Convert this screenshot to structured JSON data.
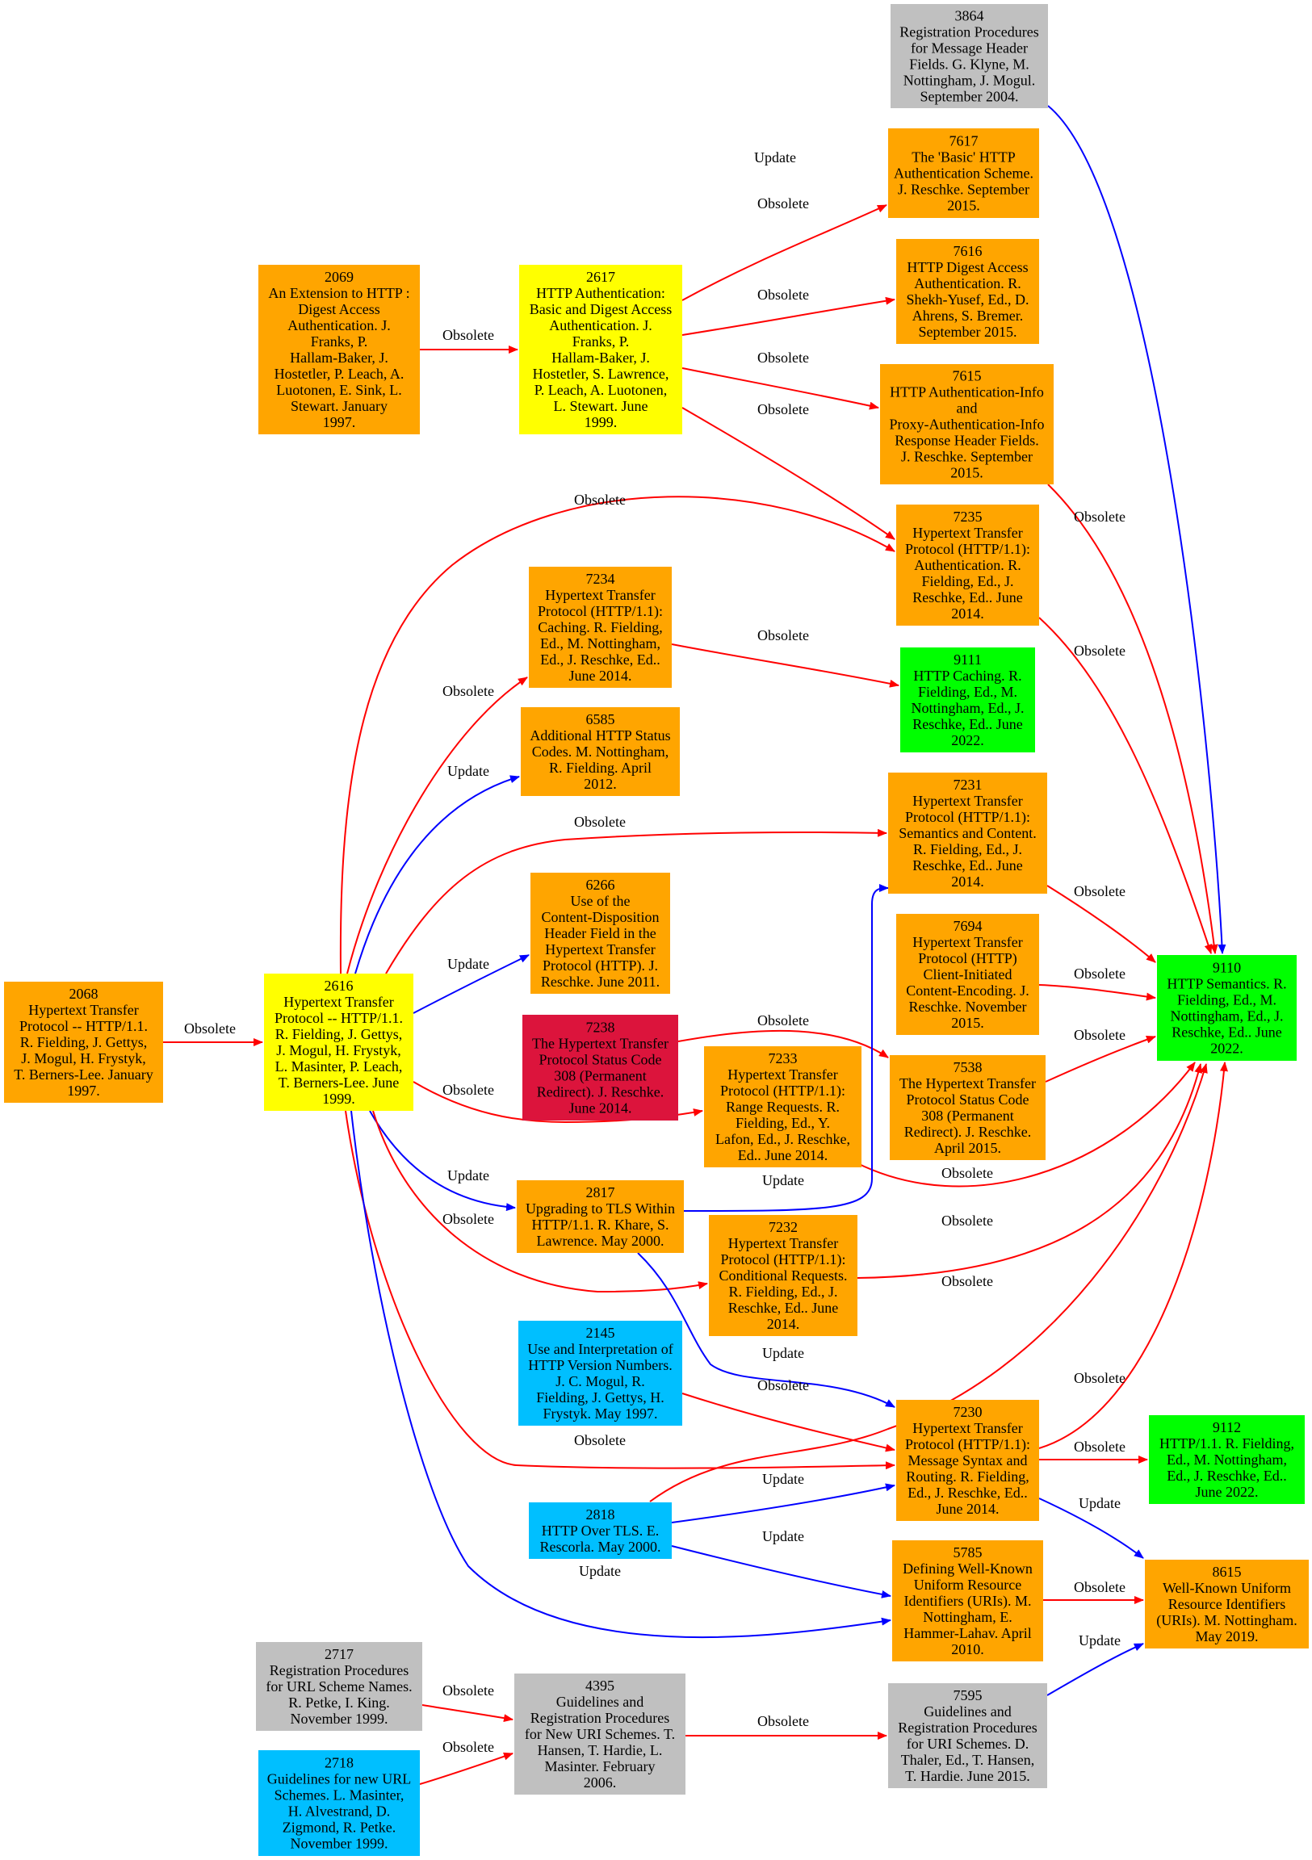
{
  "colors": {
    "orange": "#ffa500",
    "yellow": "#ffff00",
    "green": "#00ff00",
    "gray": "#c0c0c0",
    "skyblue": "#00bfff",
    "crimson": "#dc143c",
    "obsolete_edge": "#ff0000",
    "update_edge": "#0000ff"
  },
  "nodes": [
    {
      "id": "3864",
      "color": "gray",
      "lines": [
        "3864",
        "Registration Procedures",
        "for Message Header",
        "Fields. G. Klyne, M.",
        "Nottingham, J. Mogul.",
        "September 2004."
      ]
    },
    {
      "id": "7617",
      "color": "orange",
      "lines": [
        "7617",
        "The 'Basic' HTTP",
        "Authentication Scheme.",
        "J. Reschke. September",
        "2015."
      ]
    },
    {
      "id": "2069",
      "color": "orange",
      "lines": [
        "2069",
        "An Extension to HTTP :",
        "Digest Access",
        "Authentication. J.",
        "Franks, P.",
        "Hallam-Baker, J.",
        "Hostetler, P. Leach, A.",
        "Luotonen, E. Sink, L.",
        "Stewart. January",
        "1997."
      ]
    },
    {
      "id": "2617",
      "color": "yellow",
      "lines": [
        "2617",
        "HTTP Authentication:",
        "Basic and Digest Access",
        "Authentication. J.",
        "Franks, P.",
        "Hallam-Baker, J.",
        "Hostetler, S. Lawrence,",
        "P. Leach, A. Luotonen,",
        "L. Stewart. June",
        "1999."
      ]
    },
    {
      "id": "7616",
      "color": "orange",
      "lines": [
        "7616",
        "HTTP Digest Access",
        "Authentication. R.",
        "Shekh-Yusef, Ed., D.",
        "Ahrens, S. Bremer.",
        "September 2015."
      ]
    },
    {
      "id": "7615",
      "color": "orange",
      "lines": [
        "7615",
        "HTTP Authentication-Info",
        "and",
        "Proxy-Authentication-Info",
        "Response Header Fields.",
        "J. Reschke. September",
        "2015."
      ]
    },
    {
      "id": "7235",
      "color": "orange",
      "lines": [
        "7235",
        "Hypertext Transfer",
        "Protocol (HTTP/1.1):",
        "Authentication. R.",
        "Fielding, Ed., J.",
        "Reschke, Ed.. June",
        "2014."
      ]
    },
    {
      "id": "7234",
      "color": "orange",
      "lines": [
        "7234",
        "Hypertext Transfer",
        "Protocol (HTTP/1.1):",
        "Caching. R. Fielding,",
        "Ed., M. Nottingham,",
        "Ed., J. Reschke, Ed..",
        "June 2014."
      ]
    },
    {
      "id": "9111",
      "color": "green",
      "lines": [
        "9111",
        "HTTP Caching. R.",
        "Fielding, Ed., M.",
        "Nottingham, Ed., J.",
        "Reschke, Ed.. June",
        "2022."
      ]
    },
    {
      "id": "6585",
      "color": "orange",
      "lines": [
        "6585",
        "Additional HTTP Status",
        "Codes. M. Nottingham,",
        "R. Fielding. April",
        "2012."
      ]
    },
    {
      "id": "7231",
      "color": "orange",
      "lines": [
        "7231",
        "Hypertext Transfer",
        "Protocol (HTTP/1.1):",
        "Semantics and Content.",
        "R. Fielding, Ed., J.",
        "Reschke, Ed.. June",
        "2014."
      ]
    },
    {
      "id": "6266",
      "color": "orange",
      "lines": [
        "6266",
        "Use of the",
        "Content-Disposition",
        "Header Field in the",
        "Hypertext Transfer",
        "Protocol (HTTP). J.",
        "Reschke. June 2011."
      ]
    },
    {
      "id": "7694",
      "color": "orange",
      "lines": [
        "7694",
        "Hypertext Transfer",
        "Protocol (HTTP)",
        "Client-Initiated",
        "Content-Encoding. J.",
        "Reschke. November",
        "2015."
      ]
    },
    {
      "id": "2068",
      "color": "orange",
      "lines": [
        "2068",
        "Hypertext Transfer",
        "Protocol -- HTTP/1.1.",
        "R. Fielding, J. Gettys,",
        "J. Mogul, H. Frystyk,",
        "T. Berners-Lee. January",
        "1997."
      ]
    },
    {
      "id": "2616",
      "color": "yellow",
      "lines": [
        "2616",
        "Hypertext Transfer",
        "Protocol -- HTTP/1.1.",
        "R. Fielding, J. Gettys,",
        "J. Mogul, H. Frystyk,",
        "L. Masinter, P. Leach,",
        "T. Berners-Lee. June",
        "1999."
      ]
    },
    {
      "id": "9110",
      "color": "green",
      "lines": [
        "9110",
        "HTTP Semantics. R.",
        "Fielding, Ed., M.",
        "Nottingham, Ed., J.",
        "Reschke, Ed.. June",
        "2022."
      ]
    },
    {
      "id": "7238",
      "color": "crimson",
      "lines": [
        "7238",
        "The Hypertext Transfer",
        "Protocol Status Code",
        "308 (Permanent",
        "Redirect). J. Reschke.",
        "June 2014."
      ]
    },
    {
      "id": "7233",
      "color": "orange",
      "lines": [
        "7233",
        "Hypertext Transfer",
        "Protocol (HTTP/1.1):",
        "Range Requests. R.",
        "Fielding, Ed., Y.",
        "Lafon, Ed., J. Reschke,",
        "Ed.. June 2014."
      ]
    },
    {
      "id": "7538",
      "color": "orange",
      "lines": [
        "7538",
        "The Hypertext Transfer",
        "Protocol Status Code",
        "308 (Permanent",
        "Redirect). J. Reschke.",
        "April 2015."
      ]
    },
    {
      "id": "2817",
      "color": "orange",
      "lines": [
        "2817",
        "Upgrading to TLS Within",
        "HTTP/1.1. R. Khare, S.",
        "Lawrence. May 2000."
      ]
    },
    {
      "id": "7232",
      "color": "orange",
      "lines": [
        "7232",
        "Hypertext Transfer",
        "Protocol (HTTP/1.1):",
        "Conditional Requests.",
        "R. Fielding, Ed., J.",
        "Reschke, Ed.. June",
        "2014."
      ]
    },
    {
      "id": "2145",
      "color": "skyblue",
      "lines": [
        "2145",
        "Use and Interpretation of",
        "HTTP Version Numbers.",
        "J. C. Mogul, R.",
        "Fielding, J. Gettys, H.",
        "Frystyk. May 1997."
      ]
    },
    {
      "id": "7230",
      "color": "orange",
      "lines": [
        "7230",
        "Hypertext Transfer",
        "Protocol (HTTP/1.1):",
        "Message Syntax and",
        "Routing. R. Fielding,",
        "Ed., J. Reschke, Ed..",
        "June 2014."
      ]
    },
    {
      "id": "9112",
      "color": "green",
      "lines": [
        "9112",
        "HTTP/1.1. R. Fielding,",
        "Ed., M. Nottingham,",
        "Ed., J. Reschke, Ed..",
        "June 2022."
      ]
    },
    {
      "id": "2818",
      "color": "skyblue",
      "lines": [
        "2818",
        "HTTP Over TLS. E.",
        "Rescorla. May 2000."
      ]
    },
    {
      "id": "5785",
      "color": "orange",
      "lines": [
        "5785",
        "Defining Well-Known",
        "Uniform Resource",
        "Identifiers (URIs). M.",
        "Nottingham, E.",
        "Hammer-Lahav. April",
        "2010."
      ]
    },
    {
      "id": "8615",
      "color": "orange",
      "lines": [
        "8615",
        "Well-Known Uniform",
        "Resource Identifiers",
        "(URIs). M. Nottingham.",
        "May 2019."
      ]
    },
    {
      "id": "2717",
      "color": "gray",
      "lines": [
        "2717",
        "Registration Procedures",
        "for URL Scheme Names.",
        "R. Petke, I. King.",
        "November 1999."
      ]
    },
    {
      "id": "4395",
      "color": "gray",
      "lines": [
        "4395",
        "Guidelines and",
        "Registration Procedures",
        "for New URI Schemes. T.",
        "Hansen, T. Hardie, L.",
        "Masinter. February",
        "2006."
      ]
    },
    {
      "id": "7595",
      "color": "gray",
      "lines": [
        "7595",
        "Guidelines and",
        "Registration Procedures",
        "for URI Schemes. D.",
        "Thaler, Ed., T. Hansen,",
        "T. Hardie. June 2015."
      ]
    },
    {
      "id": "2718",
      "color": "skyblue",
      "lines": [
        "2718",
        "Guidelines for new URL",
        "Schemes. L. Masinter,",
        "H. Alvestrand, D.",
        "Zigmond, R. Petke.",
        "November 1999."
      ]
    }
  ],
  "edges": [
    {
      "from": "3864",
      "to": "9110",
      "type": "update",
      "label": "Update"
    },
    {
      "from": "2069",
      "to": "2617",
      "type": "obsolete",
      "label": "Obsolete"
    },
    {
      "from": "2617",
      "to": "7617",
      "type": "obsolete",
      "label": "Obsolete"
    },
    {
      "from": "2617",
      "to": "7616",
      "type": "obsolete",
      "label": "Obsolete"
    },
    {
      "from": "2617",
      "to": "7615",
      "type": "obsolete",
      "label": "Obsolete"
    },
    {
      "from": "2617",
      "to": "7235",
      "type": "obsolete",
      "label": "Obsolete"
    },
    {
      "from": "7615",
      "to": "9110",
      "type": "obsolete",
      "label": "Obsolete"
    },
    {
      "from": "7235",
      "to": "9110",
      "type": "obsolete",
      "label": "Obsolete"
    },
    {
      "from": "2616",
      "to": "7235",
      "type": "obsolete",
      "label": "Obsolete"
    },
    {
      "from": "2616",
      "to": "7234",
      "type": "obsolete",
      "label": "Obsolete"
    },
    {
      "from": "7234",
      "to": "9111",
      "type": "obsolete",
      "label": "Obsolete"
    },
    {
      "from": "2616",
      "to": "6585",
      "type": "update",
      "label": "Update"
    },
    {
      "from": "2616",
      "to": "7231",
      "type": "obsolete",
      "label": "Obsolete"
    },
    {
      "from": "7231",
      "to": "9110",
      "type": "obsolete",
      "label": "Obsolete"
    },
    {
      "from": "2616",
      "to": "6266",
      "type": "update",
      "label": "Update"
    },
    {
      "from": "7694",
      "to": "9110",
      "type": "obsolete",
      "label": "Obsolete"
    },
    {
      "from": "2068",
      "to": "2616",
      "type": "obsolete",
      "label": "Obsolete"
    },
    {
      "from": "7238",
      "to": "7538",
      "type": "obsolete",
      "label": "Obsolete"
    },
    {
      "from": "7538",
      "to": "9110",
      "type": "obsolete",
      "label": "Obsolete"
    },
    {
      "from": "2616",
      "to": "7233",
      "type": "obsolete",
      "label": "Obsolete"
    },
    {
      "from": "7233",
      "to": "9110",
      "type": "obsolete",
      "label": "Obsolete"
    },
    {
      "from": "2616",
      "to": "2817",
      "type": "update",
      "label": "Update"
    },
    {
      "from": "2817",
      "to": "7231",
      "type": "update",
      "label": "Update"
    },
    {
      "from": "2616",
      "to": "7232",
      "type": "obsolete",
      "label": "Obsolete"
    },
    {
      "from": "7232",
      "to": "9110",
      "type": "obsolete",
      "label": "Obsolete"
    },
    {
      "from": "2817",
      "to": "7230",
      "type": "update",
      "label": "Update"
    },
    {
      "from": "2818",
      "to": "9110",
      "type": "obsolete",
      "label": "Obsolete"
    },
    {
      "from": "2145",
      "to": "7230",
      "type": "obsolete",
      "label": "Obsolete"
    },
    {
      "from": "2616",
      "to": "7230",
      "type": "obsolete",
      "label": "Obsolete"
    },
    {
      "from": "7230",
      "to": "9110",
      "type": "obsolete",
      "label": "Obsolete"
    },
    {
      "from": "7230",
      "to": "9112",
      "type": "obsolete",
      "label": "Obsolete"
    },
    {
      "from": "2818",
      "to": "7230",
      "type": "update",
      "label": "Update"
    },
    {
      "from": "7230",
      "to": "8615",
      "type": "update",
      "label": "Update"
    },
    {
      "from": "2818",
      "to": "5785",
      "type": "update",
      "label": "Update"
    },
    {
      "from": "2616",
      "to": "5785",
      "type": "update",
      "label": "Update"
    },
    {
      "from": "5785",
      "to": "8615",
      "type": "obsolete",
      "label": "Obsolete"
    },
    {
      "from": "2717",
      "to": "4395",
      "type": "obsolete",
      "label": "Obsolete"
    },
    {
      "from": "2718",
      "to": "4395",
      "type": "obsolete",
      "label": "Obsolete"
    },
    {
      "from": "4395",
      "to": "7595",
      "type": "obsolete",
      "label": "Obsolete"
    },
    {
      "from": "7595",
      "to": "8615",
      "type": "update",
      "label": "Update"
    }
  ]
}
